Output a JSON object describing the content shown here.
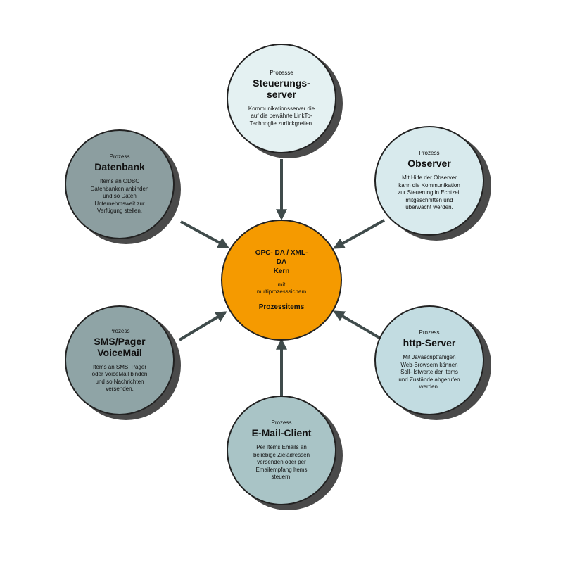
{
  "colors": {
    "center": "#f59a00",
    "steuerung": "#e4f1f2",
    "observer": "#d8eaed",
    "http": "#c2dce1",
    "email": "#a9c4c6",
    "sms": "#8fa4a6",
    "datenbank": "#8c9ea0",
    "arrow": "#3f4b4b",
    "shadow": "#4a4a4a"
  },
  "center": {
    "line1": "OPC- DA / XML-",
    "line2": "DA",
    "line3": "Kern",
    "small1": "mit",
    "small2": "multiprozesssichem",
    "highlight": "Prozessitems"
  },
  "nodes": {
    "steuerung": {
      "kicker": "Prozesse",
      "title1": "Steuerungs-",
      "title2": "server",
      "desc1": "Kommunikationsserver die",
      "desc2": "auf die bewährte LinkTo-",
      "desc3": "Technoglie zurückgreifen."
    },
    "observer": {
      "kicker": "Prozess",
      "title1": "Observer",
      "desc1": "Mit Hilfe der Observer",
      "desc2": "kann die Kommunikation",
      "desc3": "zur Steuerung in Echtzeit",
      "desc4": "mitgeschnitten und",
      "desc5": "überwacht werden."
    },
    "http": {
      "kicker": "Prozess",
      "title1": "http-Server",
      "desc1": "Mit Javascriptfähigen",
      "desc2": "Web-Browsern können",
      "desc3": "Soll- Istwerte der Items",
      "desc4": "und Zustände abgerufen",
      "desc5": "werden."
    },
    "email": {
      "kicker": "Prozess",
      "title1": "E-Mail-Client",
      "desc1": "Per Items Emails an",
      "desc2": "beliebige Zieladressen",
      "desc3": "versenden oder per",
      "desc4": "Emailempfang Items",
      "desc5": "steuern."
    },
    "sms": {
      "kicker": "Prozess",
      "title1": "SMS/Pager",
      "title2": "VoiceMail",
      "desc1": "Items an SMS,  Pager",
      "desc2": "oder VoiceMail binden",
      "desc3": "und so Nachrichten",
      "desc4": "versenden."
    },
    "datenbank": {
      "kicker": "Prozess",
      "title1": "Datenbank",
      "desc1": "Items an ODBC",
      "desc2": "Datenbanken anbinden",
      "desc3": "und so Daten",
      "desc4": "Unternehmsweit zur",
      "desc5": "Verfügung stellen."
    }
  }
}
